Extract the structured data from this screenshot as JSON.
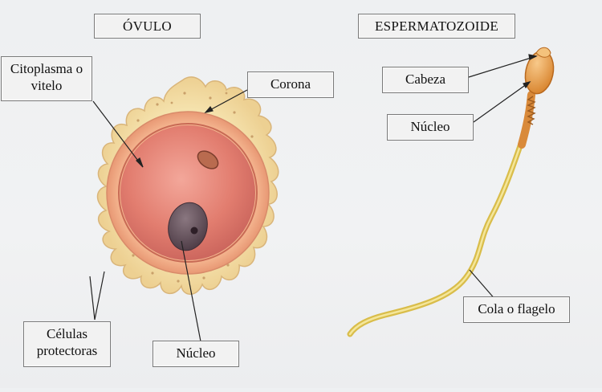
{
  "ovulo": {
    "title": "ÓVULO",
    "labels": {
      "citoplasma": "Citoplasma o vitelo",
      "corona": "Corona",
      "celulas": "Células protectoras",
      "nucleo": "Núcleo"
    }
  },
  "espermatozoide": {
    "title": "ESPERMATOZOIDE",
    "labels": {
      "cabeza": "Cabeza",
      "nucleo": "Núcleo",
      "cola": "Cola o flagelo"
    }
  },
  "colors": {
    "corona_fill": "#f2dca0",
    "corona_dot": "#c9a06a",
    "membrane": "#e8a07d",
    "cytoplasm": "#e27d6f",
    "nucleus": "#5e4a55",
    "sperm_head": "#e8a04a",
    "tail": "#e6cf5c"
  }
}
